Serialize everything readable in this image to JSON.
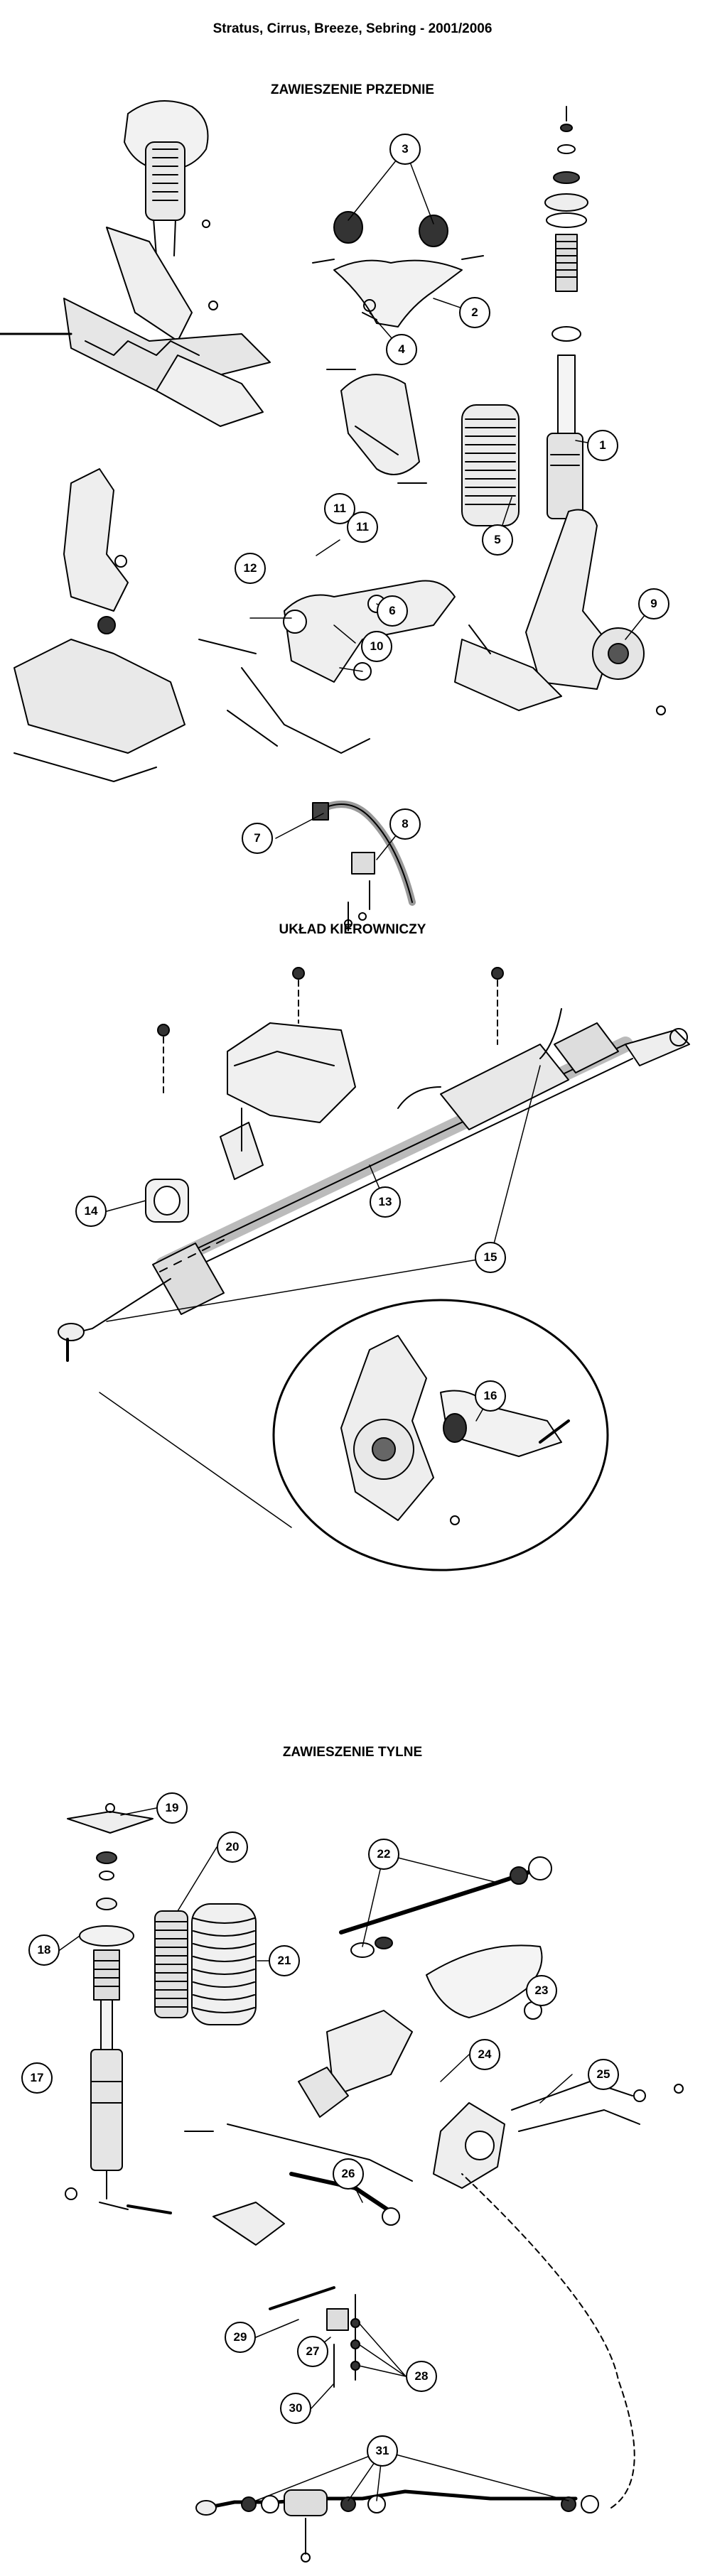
{
  "header": {
    "title": "Stratus, Cirrus, Breeze, Sebring - 2001/2006"
  },
  "sections": [
    {
      "id": "front",
      "title": "ZAWIESZENIE PRZEDNIE"
    },
    {
      "id": "steering",
      "title": "UKŁAD KIEROWNICZY"
    },
    {
      "id": "rear",
      "title": "ZAWIESZENIE TYLNE"
    }
  ],
  "callouts": [
    {
      "number": "1"
    },
    {
      "number": "2"
    },
    {
      "number": "3"
    },
    {
      "number": "4"
    },
    {
      "number": "5"
    },
    {
      "number": "6"
    },
    {
      "number": "7"
    },
    {
      "number": "8"
    },
    {
      "number": "9"
    },
    {
      "number": "10"
    },
    {
      "number": "11"
    },
    {
      "number": "11"
    },
    {
      "number": "12"
    },
    {
      "number": "13"
    },
    {
      "number": "14"
    },
    {
      "number": "15"
    },
    {
      "number": "16"
    },
    {
      "number": "17"
    },
    {
      "number": "18"
    },
    {
      "number": "19"
    },
    {
      "number": "20"
    },
    {
      "number": "21"
    },
    {
      "number": "22"
    },
    {
      "number": "23"
    },
    {
      "number": "24"
    },
    {
      "number": "25"
    },
    {
      "number": "26"
    },
    {
      "number": "27"
    },
    {
      "number": "28"
    },
    {
      "number": "29"
    },
    {
      "number": "30"
    },
    {
      "number": "31"
    }
  ]
}
